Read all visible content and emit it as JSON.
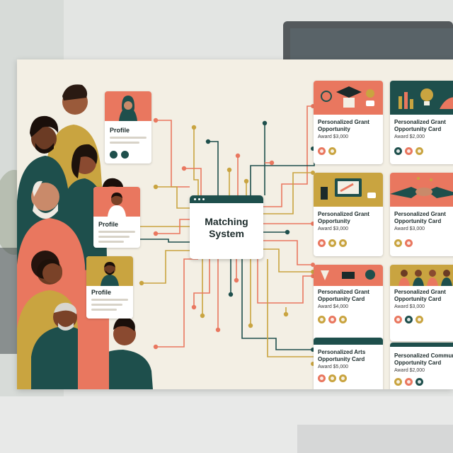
{
  "hub": {
    "line1": "Matching",
    "line2": "System"
  },
  "profiles": [
    {
      "label": "Profile"
    },
    {
      "label": "Profile"
    },
    {
      "label": "Profile"
    }
  ],
  "opportunities": [
    {
      "title1": "Personalized Grant",
      "title2": "Opportunity",
      "award": "Award $3,000"
    },
    {
      "title1": "Personalized Grant",
      "title2": "Opportunity Card",
      "award": "Award $2,000"
    },
    {
      "title1": "Personalized Grant",
      "title2": "Opportunity",
      "award": "Award $3,000"
    },
    {
      "title1": "Personalized Grant",
      "title2": "Opportunity Card",
      "award": "Award $3,000"
    },
    {
      "title1": "Personalized Grant",
      "title2": "Opportunity Card",
      "award": "Award $4,000"
    },
    {
      "title1": "Personalized Grant",
      "title2": "Opportunity Card",
      "award": "Award $3,000"
    },
    {
      "title1": "Personalized Arts",
      "title2": "Opportunity Card",
      "award": "Award $5,000"
    },
    {
      "title1": "Personalized Communi",
      "title2": "Opportunity Card",
      "award": "Award $2,000"
    }
  ],
  "colors": {
    "paper": "#f3efe4",
    "coral": "#e9775f",
    "teal": "#1e4f4c",
    "mustard": "#c9a440",
    "ink": "#1b2a2a"
  }
}
